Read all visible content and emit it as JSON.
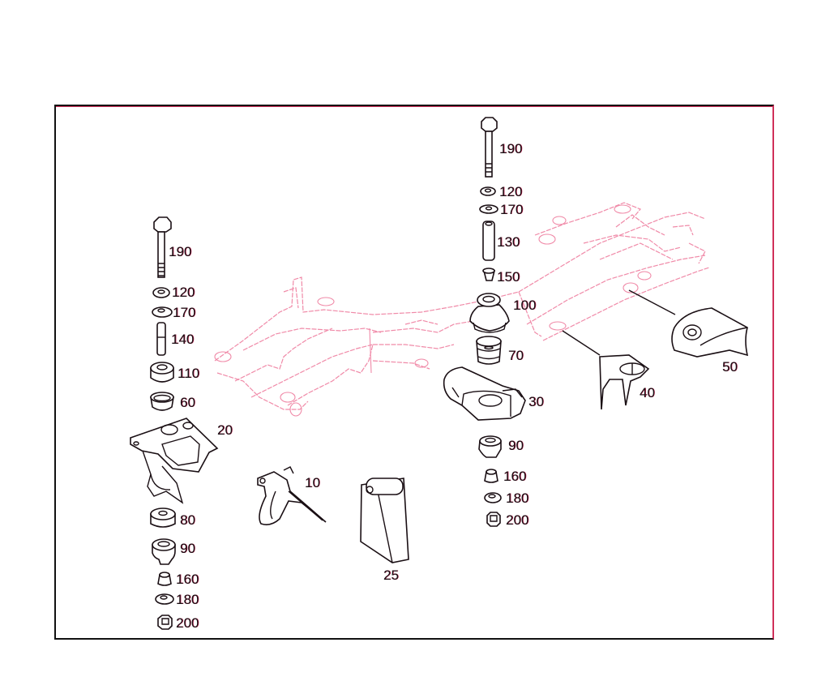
{
  "diagram": {
    "type": "exploded-parts",
    "subject": "subframe mounting hardware",
    "colors": {
      "frame_border": "#111111",
      "subframe_outline": "#f08aa8",
      "part_outline": "#1a0f14",
      "accent": "#d0305a"
    }
  },
  "callouts": {
    "left_stack": [
      "190",
      "120",
      "170",
      "140",
      "110",
      "60",
      "20",
      "80",
      "90",
      "160",
      "180",
      "200"
    ],
    "center_stack": [
      "190",
      "120",
      "170",
      "130",
      "150",
      "100",
      "70",
      "30",
      "90",
      "160",
      "180",
      "200"
    ],
    "loose_parts": [
      "10",
      "25",
      "40",
      "50"
    ]
  },
  "labels": {
    "l190": "190",
    "l120": "120",
    "l170": "170",
    "l140": "140",
    "l110": "110",
    "l60": "60",
    "l20": "20",
    "l80": "80",
    "l90": "90",
    "l160": "160",
    "l180": "180",
    "l200": "200",
    "c190": "190",
    "c120": "120",
    "c170": "170",
    "c130": "130",
    "c150": "150",
    "c100": "100",
    "c70": "70",
    "c30": "30",
    "c90": "90",
    "c160": "160",
    "c180": "180",
    "c200": "200",
    "p10": "10",
    "p25": "25",
    "p40": "40",
    "p50": "50"
  }
}
